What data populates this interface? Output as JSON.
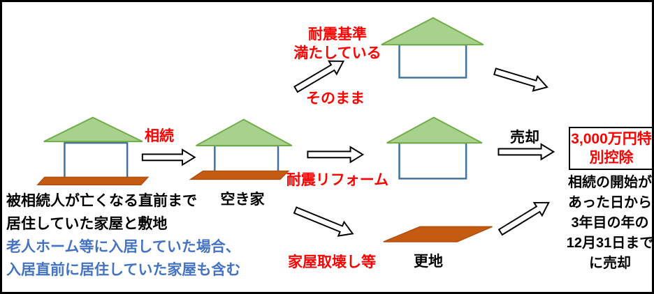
{
  "colors": {
    "roof_fill": "#A9D18E",
    "roof_stroke": "#70AD47",
    "wall_fill": "#FFFFFF",
    "wall_stroke": "#41719C",
    "ground_fill": "#C55A11",
    "ground_stroke": "#AE500F",
    "label_red": "#FF0000",
    "note_blue": "#4472C4",
    "text_black": "#000000"
  },
  "source": {
    "caption": [
      "被相続人が亡くなる直前まで",
      "居住していた家屋と敷地"
    ],
    "note": [
      "老人ホーム等に入居していた場合、",
      "入居直前に居住していた家屋も含む"
    ]
  },
  "flow": {
    "inherit_label": "相続",
    "vacant_house_label": "空き家",
    "quake_standard": [
      "耐震基準",
      "満たしている"
    ],
    "as_is_label": "そのまま",
    "reform_label": "耐震リフォーム",
    "demolish_label": "家屋取壊し等",
    "vacant_lot_label": "更地",
    "sell_label": "売却"
  },
  "result": {
    "box": [
      "3,000万円特",
      "別控除"
    ],
    "deadline": [
      "相続の開始が",
      "あった日から",
      "3年目の年の",
      "12月31日まで",
      "に売却"
    ]
  }
}
